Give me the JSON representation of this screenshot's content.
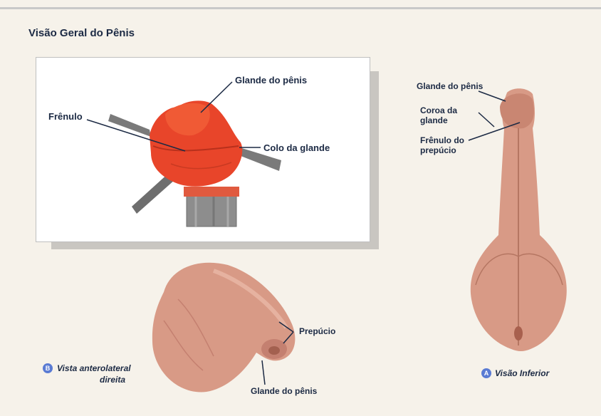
{
  "page": {
    "title": "Visão Geral do Pênis"
  },
  "panel_top": {
    "labels": {
      "glans": "Glande do pênis",
      "frenulum": "Frênulo",
      "neck": "Colo da glande"
    }
  },
  "view_inferior": {
    "badge": "A",
    "caption": "Visão Inferior",
    "labels": {
      "glans": "Glande do pênis",
      "corona_line1": "Coroa da",
      "corona_line2": "glande",
      "frenulum_line1": "Frênulo do",
      "frenulum_line2": "prepúcio"
    }
  },
  "view_anterolateral": {
    "badge": "B",
    "caption_line1": "Vista anterolateral",
    "caption_line2": "direita",
    "labels": {
      "prepuce": "Prepúcio",
      "glans": "Glande do pênis"
    }
  },
  "colors": {
    "background": "#f6f2ea",
    "text": "#1c2a44",
    "badge": "#5a7bd3",
    "tissue_red": "#e8452a",
    "skin": "#d89a86"
  }
}
